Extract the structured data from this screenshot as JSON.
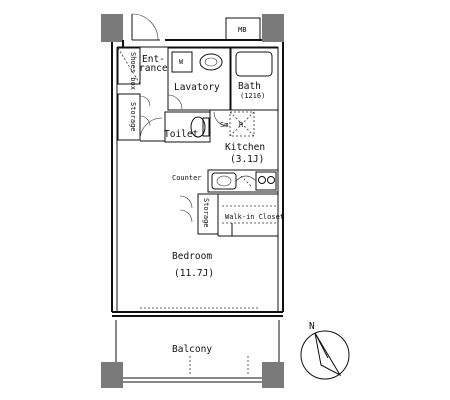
{
  "rooms": {
    "entrance_line1": "Ent-",
    "entrance_line2": "rance",
    "shoes_box": "Shoes box",
    "storage_left": "Storage",
    "lavatory": "Lavatory",
    "bath": "Bath",
    "bath_size": "(1216)",
    "toilet": "Toilet",
    "kitchen": "Kitchen",
    "kitchen_size": "(3.1J)",
    "counter": "Counter",
    "storage_mid": "Storage",
    "walk_in_closet": "Walk-in Closet",
    "bedroom": "Bedroom",
    "bedroom_size": "(11.7J)",
    "balcony": "Balcony"
  },
  "fixtures": {
    "meter_box": "MB",
    "refrigerator_mark": "R",
    "washer_mark": "W",
    "shelf_mark": "Sm"
  },
  "compass": {
    "north": "N"
  },
  "colors": {
    "wall": "#111111",
    "column": "#7a7a7a",
    "background": "#ffffff"
  }
}
